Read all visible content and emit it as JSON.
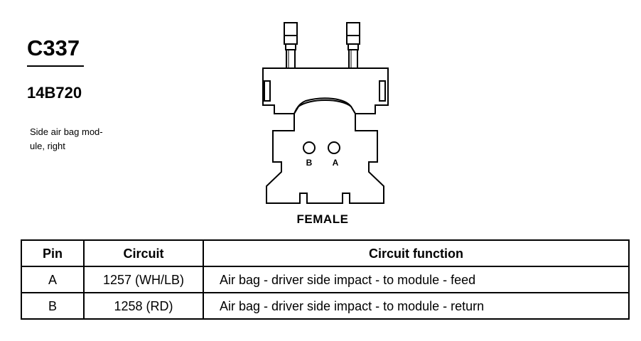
{
  "connector": {
    "id": "C337",
    "part_number": "14B720",
    "description_lines": [
      "Side air bag mod-",
      "ule, right"
    ]
  },
  "diagram": {
    "view_label": "FEMALE",
    "pins": [
      "B",
      "A"
    ]
  },
  "table": {
    "headers": [
      "Pin",
      "Circuit",
      "Circuit function"
    ],
    "rows": [
      {
        "pin": "A",
        "circuit": "1257 (WH/LB)",
        "function": "Air bag - driver side impact - to module - feed"
      },
      {
        "pin": "B",
        "circuit": "1258 (RD)",
        "function": "Air bag - driver side impact - to module - return"
      }
    ]
  }
}
